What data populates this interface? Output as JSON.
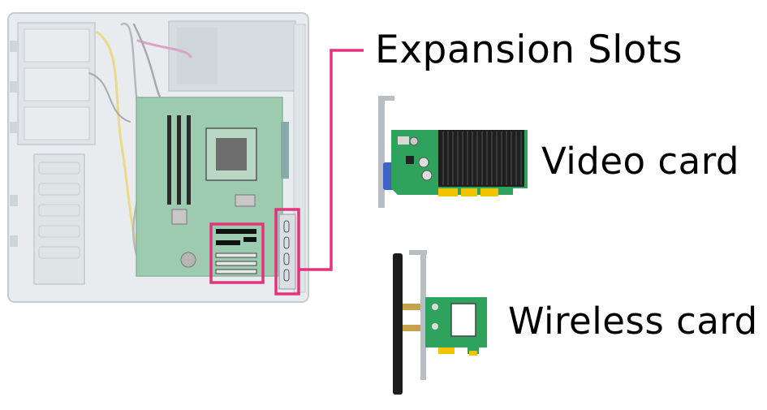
{
  "labels": {
    "title": "Expansion Slots",
    "video_card": "Video card",
    "wireless_card": "Wireless card"
  },
  "colors": {
    "highlight": "#e2337e",
    "case": "#e8ecee",
    "case_outline": "#c4ccd1",
    "motherboard": "#9ccbb0",
    "pcb": "#2fa35e",
    "heatsink": "#1f1f1f",
    "gold": "#f2c300",
    "bracket": "#b8bec2"
  },
  "icons": [
    "computer-case",
    "motherboard",
    "expansion-slots",
    "video-card",
    "wireless-card",
    "antenna"
  ]
}
